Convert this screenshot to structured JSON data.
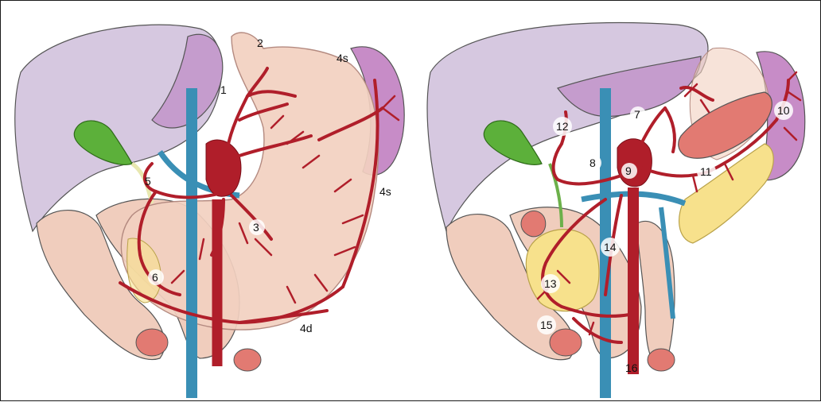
{
  "colors": {
    "liver": "#d6c8e0",
    "liver_dark": "#c59ccd",
    "stomach": "#f2d0c0",
    "stomach_edge": "#b48a80",
    "intestine": "#f0cdbd",
    "artery": "#b01e2a",
    "vein": "#3a8fb5",
    "gallbladder": "#5cb03a",
    "pancreas": "#f7e18c",
    "spleen": "#c78cc7"
  },
  "left_panel": {
    "labels": [
      "1",
      "2",
      "4s",
      "5",
      "4s",
      "3",
      "6",
      "4d"
    ]
  },
  "right_panel": {
    "labels": [
      "12",
      "7",
      "10",
      "8",
      "9",
      "11",
      "14",
      "13",
      "15",
      "16"
    ]
  }
}
